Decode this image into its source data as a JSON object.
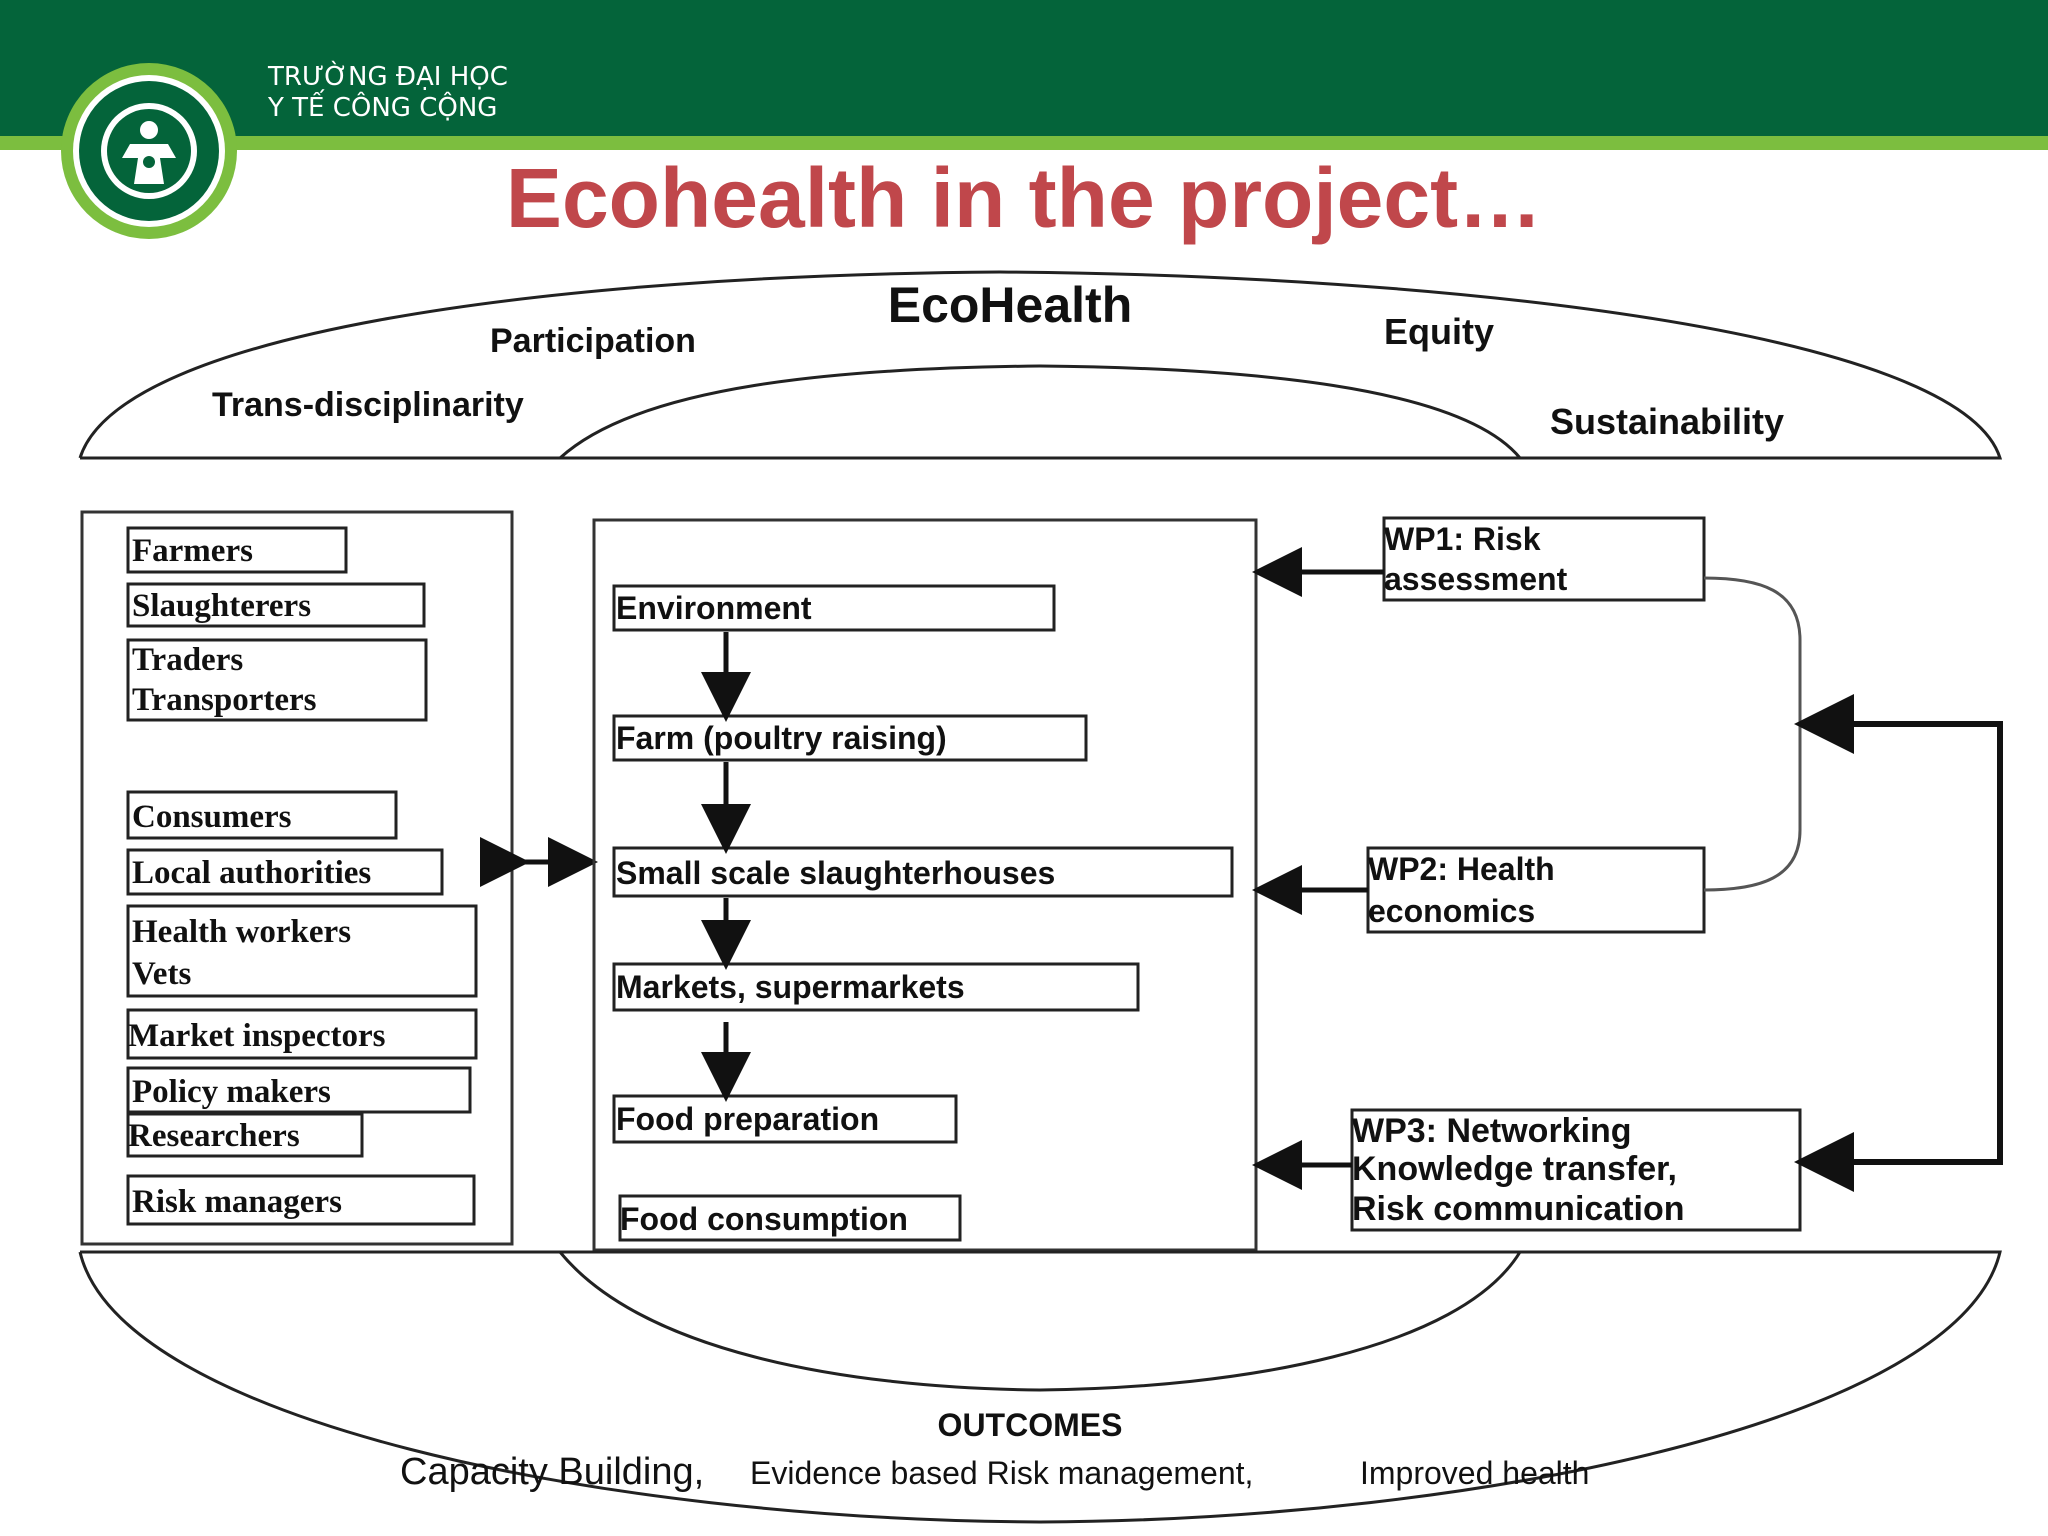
{
  "header": {
    "school_name_line1": "TRƯỜNG ĐẠI HỌC",
    "school_name_line2": "Y TẾ CÔNG CỘNG",
    "logo_icon": "school-seal-icon"
  },
  "slide": {
    "title": "Ecohealth in the project…"
  },
  "top_arc": {
    "title": "EcoHealth",
    "principles": {
      "participation": "Participation",
      "equity": "Equity",
      "transdisciplinarity": "Trans-disciplinarity",
      "sustainability": "Sustainability"
    }
  },
  "stakeholders": {
    "farmers": "Farmers",
    "slaughterers": "Slaughterers",
    "traders": "Traders",
    "transporters": "Transporters",
    "consumers": "Consumers",
    "local_authorities": "Local authorities",
    "health_workers": "Health workers",
    "vets": "Vets",
    "market_inspectors": "Market inspectors",
    "policy_makers": "Policy makers",
    "researchers": "Researchers",
    "risk_managers": "Risk managers"
  },
  "food_chain": {
    "environment": "Environment",
    "farm": "Farm (poultry raising)",
    "slaughterhouses": "Small scale slaughterhouses",
    "markets": "Markets, supermarkets",
    "food_preparation": "Food preparation",
    "food_consumption": "Food consumption"
  },
  "work_packages": {
    "wp1_line1": "WP1: Risk",
    "wp1_line2": "assessment",
    "wp2_line1": "WP2: Health",
    "wp2_line2": "economics",
    "wp3_line1": "WP3: Networking",
    "wp3_line2": "Knowledge transfer,",
    "wp3_line3": "Risk communication"
  },
  "outcomes": {
    "title": "OUTCOMES",
    "capacity": "Capacity Building,",
    "evidence": "Evidence based Risk management,",
    "health": "Improved health"
  }
}
